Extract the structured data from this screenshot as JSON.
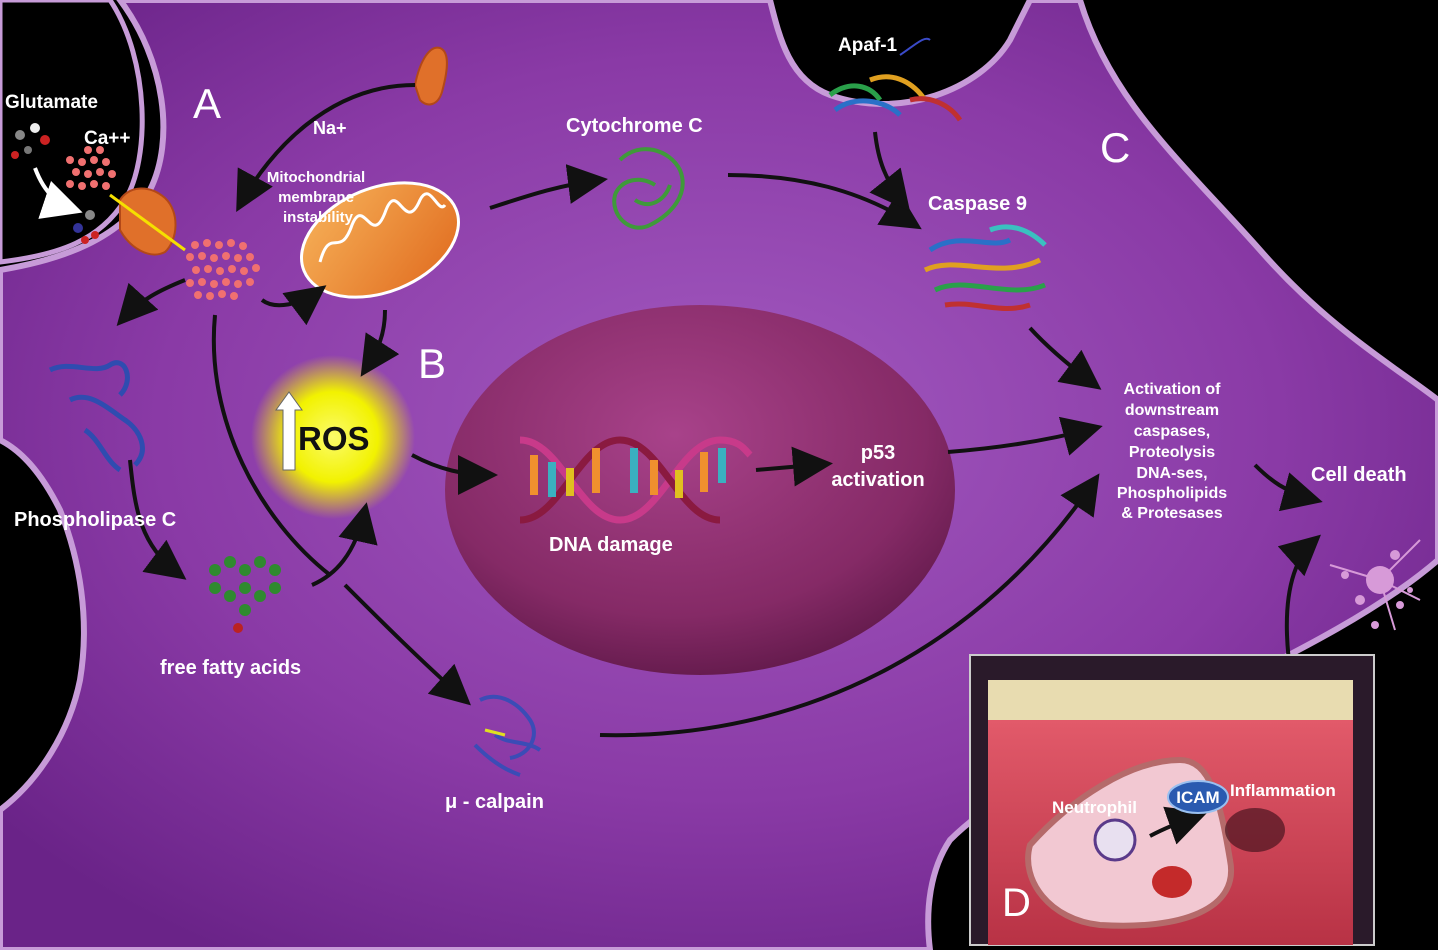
{
  "sections": {
    "a": "A",
    "b": "B",
    "c": "C",
    "d": "D"
  },
  "labels": {
    "glutamate": "Glutamate",
    "ca": "Ca++",
    "na": "Na+",
    "mito_line1": "Mitochondrial",
    "mito_line2": "membrane",
    "mito_line3": "instability",
    "cytochrome": "Cytochrome C",
    "apaf": "Apaf-1",
    "caspase9": "Caspase 9",
    "ros": "ROS",
    "plc": "Phospholipase C",
    "ffa": "free fatty acids",
    "calpain": "μ - calpain",
    "dna": "DNA damage",
    "p53_line1": "p53",
    "p53_line2": "activation",
    "act_lines": [
      "Activation of",
      "downstream",
      "caspases,",
      "Proteolysis",
      "DNA-ses,",
      "Phospholipids",
      "& Protesases"
    ],
    "cell_death": "Cell death",
    "neutrophil": "Neutrophil",
    "icam": "ICAM",
    "inflammation": "Inflammation"
  },
  "colors": {
    "cell": "#8a3aa6",
    "cell_edge": "#c79bd8",
    "nucleus": "#8e2d6b",
    "ros_glow": "#f2f200",
    "mito": "#f0902e",
    "arrow": "#111111",
    "vessel": "#d24a5a"
  }
}
